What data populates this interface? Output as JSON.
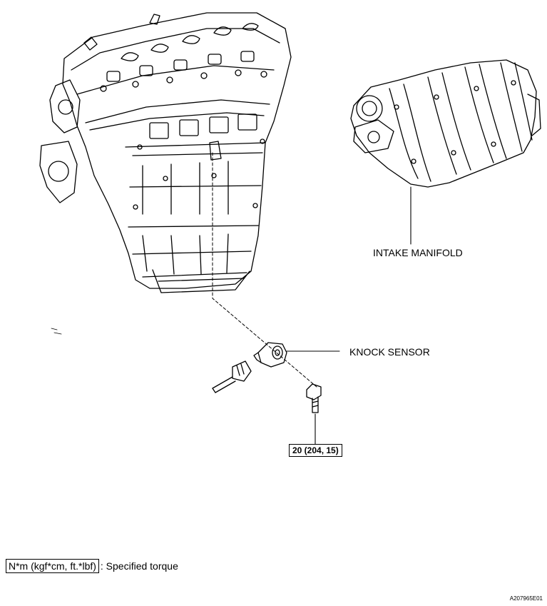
{
  "labels": {
    "intake_manifold": "INTAKE MANIFOLD",
    "knock_sensor": "KNOCK SENSOR",
    "torque_value": "20 (204, 15)"
  },
  "legend": {
    "torque_unit": "N*m (kgf*cm, ft.*lbf)",
    "torque_desc": ": Specified torque"
  },
  "figure_code": "A207965E01"
}
